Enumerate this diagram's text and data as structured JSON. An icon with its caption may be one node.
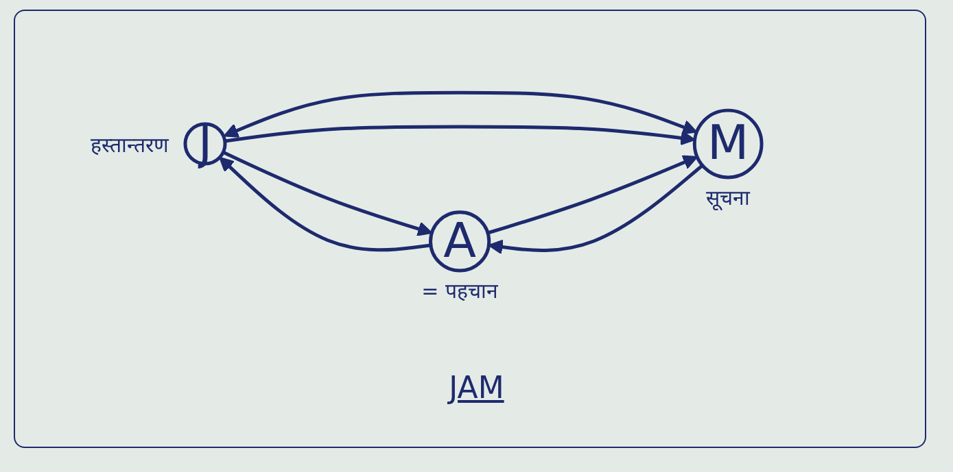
{
  "diagram": {
    "title": "JAM",
    "nodes": [
      {
        "text": [
          "J"
        ],
        "beside": [
          "हस्तान्तरण"
        ]
      },
      {
        "text": [
          "A"
        ],
        "beside": [
          "= पहचान"
        ]
      },
      {
        "text": [
          "M"
        ],
        "beside": [
          "सूचना"
        ]
      }
    ],
    "edges": [
      {
        "from": 0,
        "to": 1,
        "arrow": "to"
      },
      {
        "from": 1,
        "to": 0,
        "arrow": "to"
      },
      {
        "from": 0,
        "to": 2,
        "arrow": "both"
      },
      {
        "from": 0,
        "to": 2,
        "arrow": "to"
      },
      {
        "from": 2,
        "to": 1,
        "arrow": "to"
      },
      {
        "from": 1,
        "to": 2,
        "arrow": "to"
      }
    ]
  }
}
